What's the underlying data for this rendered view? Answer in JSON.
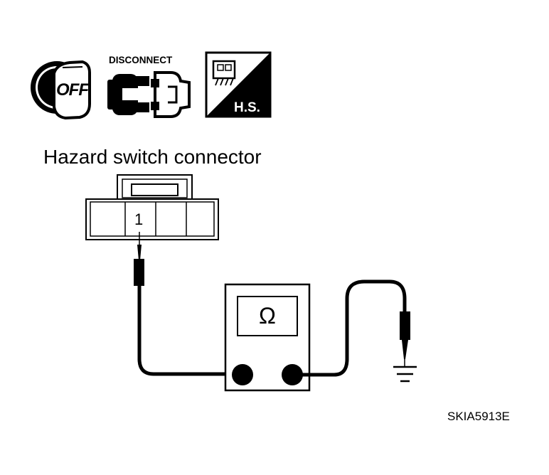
{
  "icons": {
    "ignition": {
      "name": "ignition-key-off-icon",
      "text": "OFF"
    },
    "disconnect": {
      "name": "disconnect-connector-icon",
      "label": "DISCONNECT"
    },
    "harness_side": {
      "name": "harness-side-connector-icon",
      "label": "H.S."
    }
  },
  "connector": {
    "title": "Hazard switch connector",
    "terminal_number": "1"
  },
  "meter": {
    "symbol": "Ω"
  },
  "figure_id": "SKIA5913E"
}
